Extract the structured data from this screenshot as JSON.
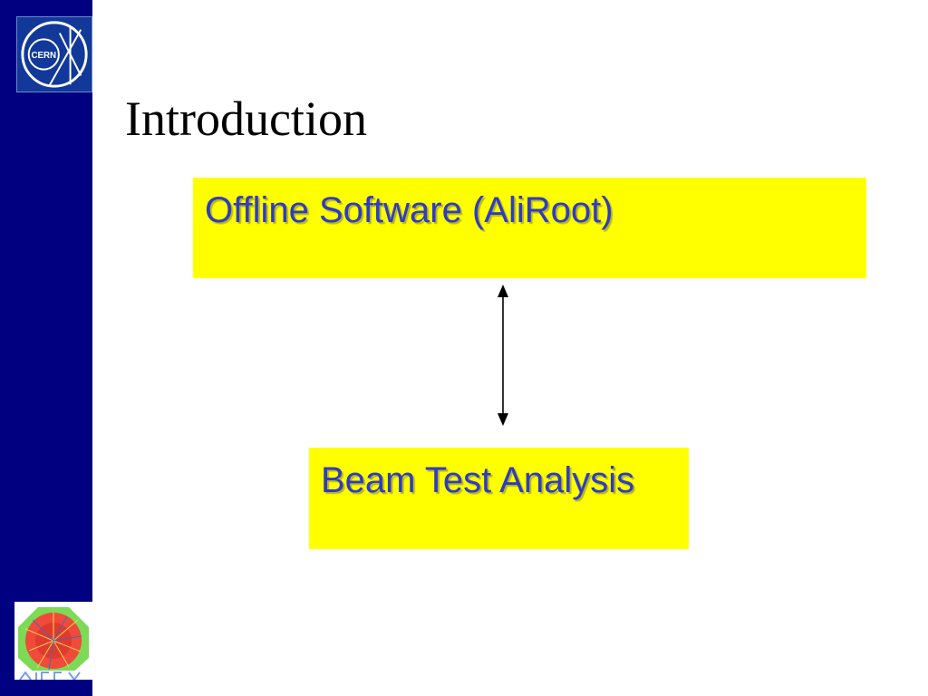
{
  "slide": {
    "title": "Introduction",
    "boxes": {
      "offline": "Offline Software (AliRoot)",
      "beam": "Beam Test Analysis"
    },
    "logos": {
      "cern": "CERN"
    }
  },
  "colors": {
    "sidebar": "#000080",
    "box_fill": "#ffff00",
    "box_text": "#2f3cc0",
    "title_text": "#000000"
  },
  "icons": {
    "cern_logo": "cern-logo-icon",
    "alice_logo": "alice-logo-icon",
    "arrow": "double-headed-arrow-icon"
  }
}
